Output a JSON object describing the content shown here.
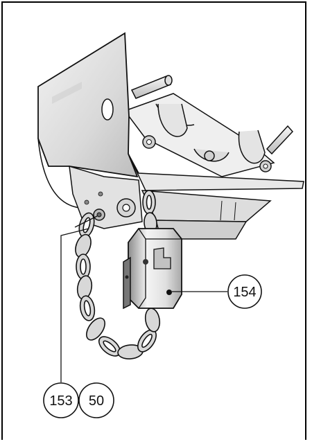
{
  "callouts": {
    "c154": "154",
    "c153": "153",
    "c50": "50"
  },
  "colors": {
    "line": "#111111",
    "metal_light": "#e6e6e6",
    "metal_mid": "#c8c8c8",
    "metal_dark": "#9a9a9a",
    "chain": "#d4d4d4"
  }
}
